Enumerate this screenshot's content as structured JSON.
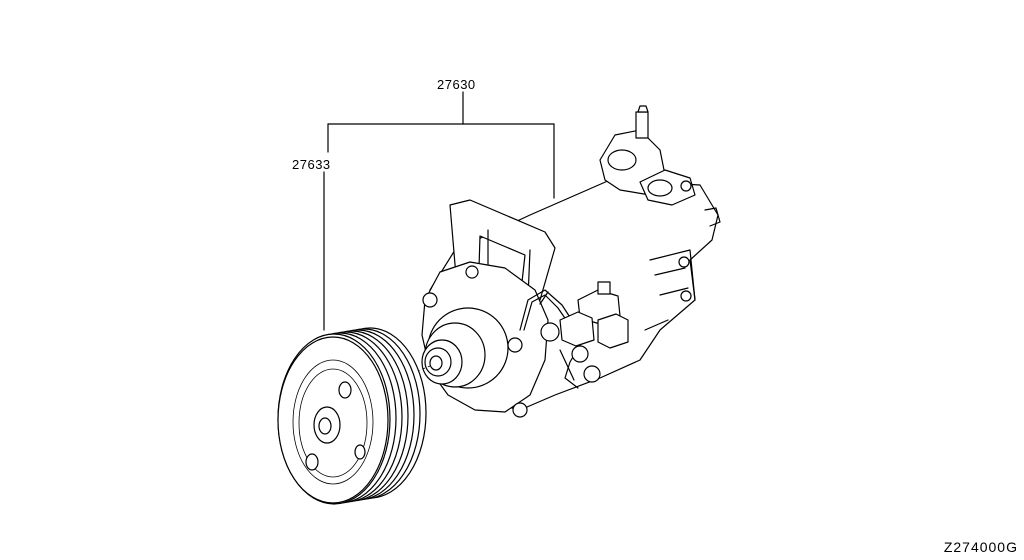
{
  "diagram": {
    "part_labels": {
      "compressor_assembly": "27630",
      "clutch_assembly": "27633"
    },
    "drawing_code": "Z274000G"
  }
}
